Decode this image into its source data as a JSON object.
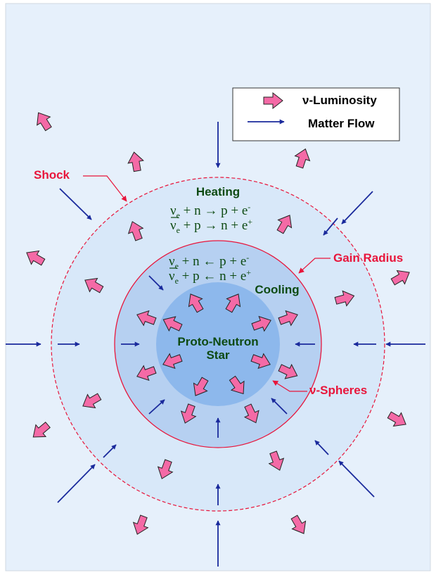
{
  "legend": {
    "luminosity_label": "ν-Luminosity",
    "matter_flow_label": "Matter Flow"
  },
  "labels": {
    "shock": "Shock",
    "gain_radius": "Gain Radius",
    "nu_spheres": "ν-Spheres",
    "heating": "Heating",
    "cooling": "Cooling",
    "core_line1": "Proto-Neutron",
    "core_line2": "Star"
  },
  "reactions": {
    "heating": [
      {
        "nu": "ν",
        "sub": "e",
        "rest": " + n → p + e",
        "sup": "-"
      },
      {
        "nu": "ν",
        "sub": "e",
        "rest": " + p → n + e",
        "sup": "+"
      }
    ],
    "cooling": [
      {
        "nu": "ν",
        "sub": "e",
        "rest": " + n ←  p + e",
        "sup": "-"
      },
      {
        "nu": "ν",
        "sub": "e",
        "rest": " + p ←  n + e",
        "sup": "+"
      }
    ]
  },
  "colors": {
    "frame_fill": "#e6f0fb",
    "shock_fill": "#d8e8f9",
    "gain_fill": "#b6d0f1",
    "core_fill": "#8db8ec",
    "red": "#e8153b",
    "green": "#0d4a12",
    "blue": "#1a2a9c",
    "pink": "#f46aa6"
  },
  "icons": {
    "luminosity": "pink-block-arrow-icon",
    "matter_flow": "blue-line-arrow-icon"
  }
}
